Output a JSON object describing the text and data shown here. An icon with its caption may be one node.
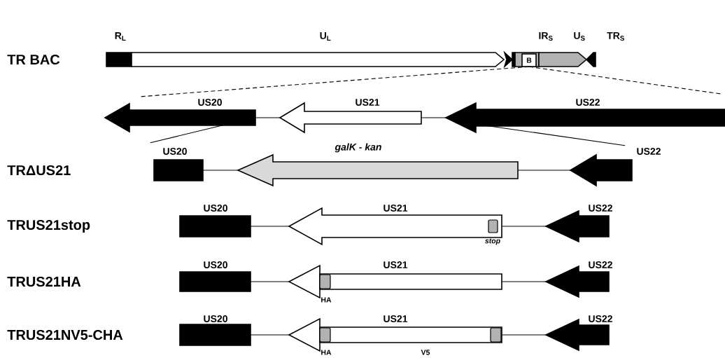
{
  "diagram": {
    "nodes": [
      {
        "text": [
          "R$_{L}$"
        ]
      },
      {
        "text": [
          "U$_{L}$"
        ]
      },
      {
        "text": [],
        "shape": "triangle"
      },
      {
        "text": [
          "IR$_{S}$"
        ]
      },
      {
        "text": [
          "B"
        ],
        "in": 3
      },
      {
        "text": [
          "U$_{S}$"
        ]
      },
      {
        "text": [
          "TR$_{S}$"
        ]
      },
      {
        "text": [
          "US20"
        ]
      },
      {
        "text": [
          "US21"
        ]
      },
      {
        "text": [
          "US22"
        ]
      },
      {
        "text": [
          "US20"
        ]
      },
      {
        "text": [
          "galK - kan"
        ]
      },
      {
        "text": [
          "US22"
        ]
      },
      {
        "text": [
          "US20"
        ]
      },
      {
        "text": [
          "US21"
        ]
      },
      {
        "text": [
          "stop"
        ],
        "in": 14
      },
      {
        "text": [
          "US22"
        ]
      },
      {
        "text": [
          "US20"
        ]
      },
      {
        "text": [
          "US21"
        ]
      },
      {
        "text": [
          "HA"
        ],
        "in": 18
      },
      {
        "text": [
          "US22"
        ]
      },
      {
        "text": [
          "US20"
        ]
      },
      {
        "text": [
          "US21"
        ]
      },
      {
        "text": [
          "HA"
        ],
        "in": 22
      },
      {
        "text": [],
        "shape": "box",
        "in": 22
      },
      {
        "text": [
          "US22"
        ]
      }
    ],
    "edges": [
      {
        "from": 7,
        "to": 8,
        "arrow": "none"
      },
      {
        "from": 8,
        "to": 9,
        "arrow": "none"
      },
      {
        "from": 10,
        "to": 11,
        "arrow": "none"
      },
      {
        "from": 11,
        "to": 12,
        "arrow": "none"
      },
      {
        "from": 13,
        "to": 14,
        "arrow": "none"
      },
      {
        "from": 14,
        "to": 16,
        "arrow": "none"
      },
      {
        "from": 17,
        "to": 18,
        "arrow": "none"
      },
      {
        "from": 18,
        "to": 20,
        "arrow": "none"
      },
      {
        "from": 21,
        "to": 22,
        "arrow": "none"
      },
      {
        "from": 22,
        "to": 25,
        "arrow": "none"
      },
      {
        "from": 7,
        "to": 10,
        "arrow": "none"
      },
      {
        "from": 9,
        "to": 12,
        "arrow": "none"
      },
      {
        "from": 4,
        "to": null,
        "arrow": "none",
        "style": "dashed"
      },
      {
        "from": 4,
        "to": null,
        "arrow": "none",
        "style": "dashed"
      }
    ],
    "labels": [
      "TR BAC",
      "TRΔUS21",
      "TRUS21stop",
      "TRUS21HA",
      "TRUS21NV5-CHA",
      "V5"
    ]
  }
}
